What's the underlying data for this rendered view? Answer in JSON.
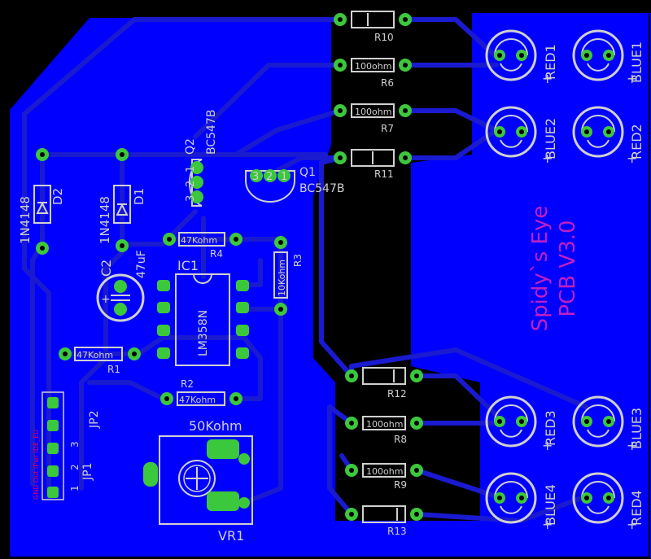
{
  "board": {
    "title_line1": "Spidy`s Eye",
    "title_line2": "PCB V3.0",
    "colors": {
      "background": "#000000",
      "copper": "#0000ff",
      "trace": "#1a1ad0",
      "pad": "#3cc83c",
      "silk": "#d0d0d0",
      "title": "#c020c0",
      "jp_label": "#e00060"
    }
  },
  "leds": [
    {
      "label": "RED1"
    },
    {
      "label": "BLUE1"
    },
    {
      "label": "BLUE2"
    },
    {
      "label": "RED2"
    },
    {
      "label": "RED3"
    },
    {
      "label": "BLUE3"
    },
    {
      "label": "BLUE4"
    },
    {
      "label": "RED4"
    }
  ],
  "resistors": {
    "r10": {
      "name": "R10"
    },
    "r6": {
      "name": "R6",
      "value": "100ohm"
    },
    "r7": {
      "name": "R7",
      "value": "100ohm"
    },
    "r11": {
      "name": "R11"
    },
    "r12": {
      "name": "R12"
    },
    "r8": {
      "name": "R8",
      "value": "100ohm"
    },
    "r9": {
      "name": "R9",
      "value": "100ohm"
    },
    "r13": {
      "name": "R13"
    },
    "r4": {
      "name": "R4",
      "value": "47Kohm"
    },
    "r3": {
      "name": "R3",
      "value": "10Kohm"
    },
    "r1": {
      "name": "R1",
      "value": "47Kohm"
    },
    "r2": {
      "name": "R2",
      "value": "47Kohm"
    }
  },
  "transistors": {
    "q1": {
      "name": "Q1",
      "part": "BC547B",
      "pins": [
        "3",
        "2",
        "1"
      ]
    },
    "q2": {
      "name": "Q2",
      "part": "BC547B",
      "pins": [
        "1",
        "2",
        "3"
      ]
    }
  },
  "diodes": {
    "d1": {
      "name": "D1",
      "part": "1N4148"
    },
    "d2": {
      "name": "D2",
      "part": "1N4148"
    }
  },
  "capacitor": {
    "name": "C2",
    "value": "47uF"
  },
  "ic": {
    "name": "IC1",
    "part": "LM358N"
  },
  "pot": {
    "name": "VR1",
    "value": "50Kohm"
  },
  "jumpers": {
    "jp1": {
      "name": "JP1",
      "pins": [
        "1",
        "2"
      ]
    },
    "jp2": {
      "name": "JP2",
      "pins": [
        "3"
      ]
    },
    "signal_label": "GND Out IPwr IDE_EU"
  }
}
